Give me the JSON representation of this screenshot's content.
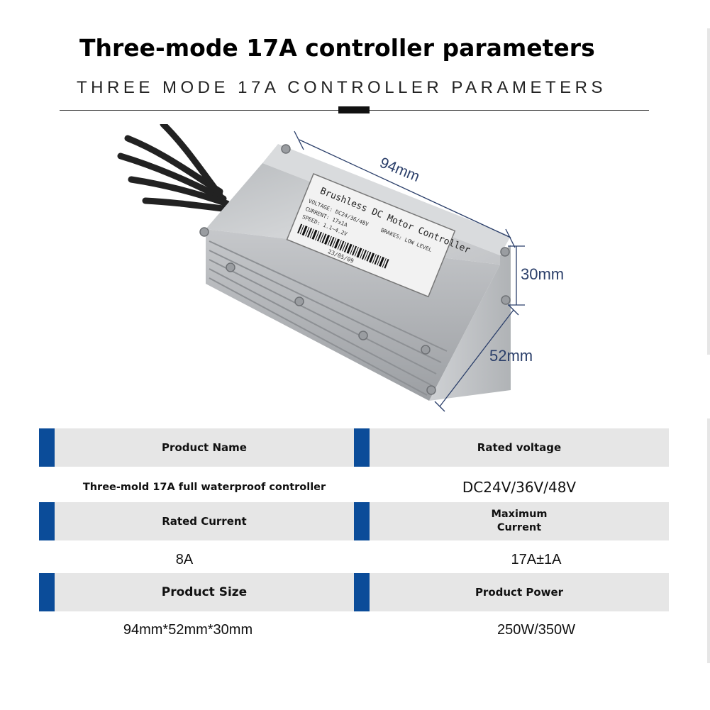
{
  "header": {
    "title": "Three-mode 17A controller parameters",
    "subtitle": "THREE MODE 17A CONTROLLER PARAMETERS"
  },
  "product": {
    "label_lines": {
      "brand": "Brushless DC Motor Controller",
      "voltage": "VOLTAGE: DC24/36/48V",
      "current": "CURRENT: 17±1A",
      "brakes": "BRAKES: LOW LEVEL",
      "speed": "SPEED: 1.1~4.2V",
      "date": "23/05/09"
    },
    "dimensions": {
      "length": "94mm",
      "height": "30mm",
      "width": "52mm"
    }
  },
  "specs": [
    {
      "left": {
        "label": "Product Name",
        "value": "Three-mold 17A full waterproof controller"
      },
      "right": {
        "label": "Rated voltage",
        "value": "DC24V/36V/48V"
      }
    },
    {
      "left": {
        "label": "Rated Current",
        "value": "8A"
      },
      "right": {
        "label": "Maximum Current",
        "value": "17A±1A"
      }
    },
    {
      "left": {
        "label": "Product Size",
        "value": "94mm*52mm*30mm"
      },
      "right": {
        "label": "Product Power",
        "value": "250W/350W"
      }
    }
  ],
  "colors": {
    "accent_bar": "#0b4c99",
    "label_band": "#e6e6e6",
    "dimension_text": "#2b3f6a"
  }
}
